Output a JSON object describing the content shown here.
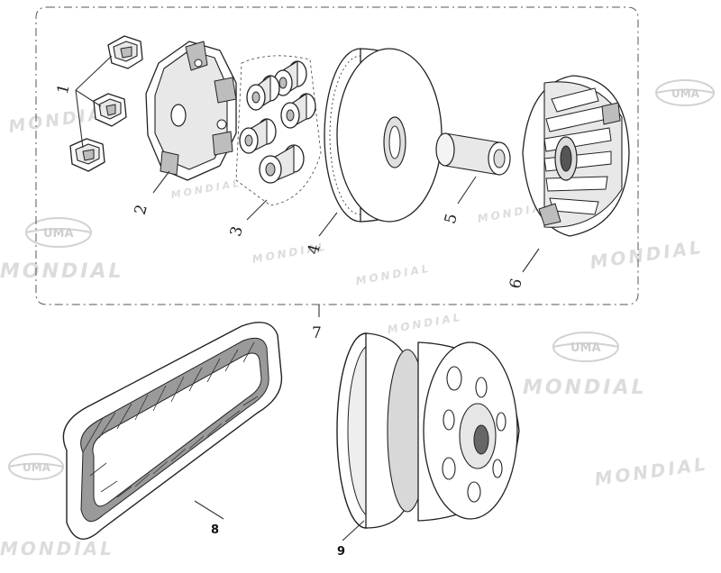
{
  "diagram": {
    "group_label": "7",
    "parts": [
      {
        "id": "1",
        "label": "1"
      },
      {
        "id": "2",
        "label": "2"
      },
      {
        "id": "3",
        "label": "3"
      },
      {
        "id": "4",
        "label": "4"
      },
      {
        "id": "5",
        "label": "5"
      },
      {
        "id": "6",
        "label": "6"
      },
      {
        "id": "8",
        "label": "8"
      },
      {
        "id": "9",
        "label": "9"
      }
    ]
  },
  "watermarks": {
    "brand_text": "MONDIAL",
    "logo_text": "UMA"
  },
  "colors": {
    "line": "#222222",
    "watermark": "#d4d4d4",
    "background": "#ffffff"
  }
}
